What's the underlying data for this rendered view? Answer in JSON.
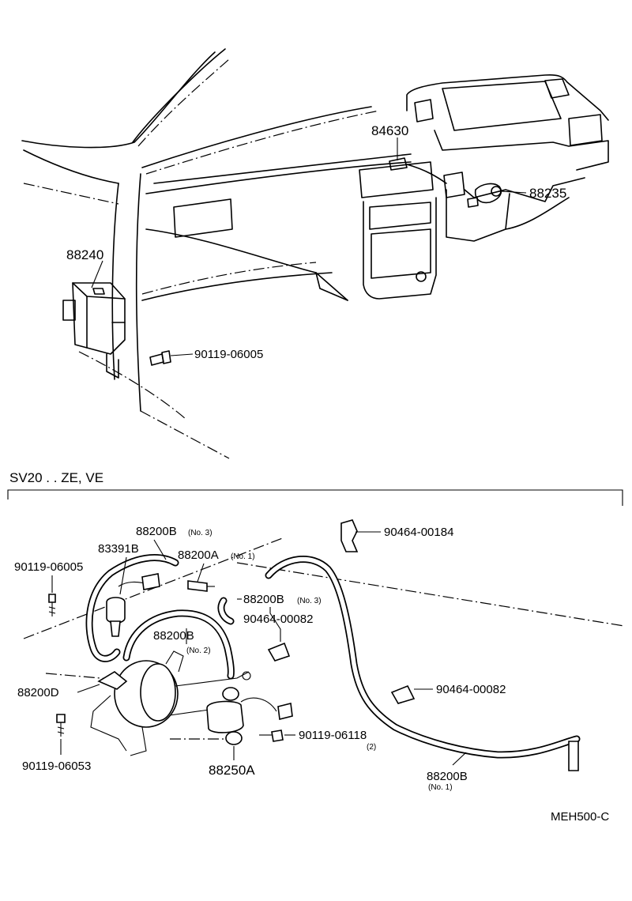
{
  "top_labels": {
    "p84630": "84630",
    "p88235": "88235",
    "p88240": "88240",
    "p90119_06005_top": "90119-06005"
  },
  "section": {
    "title": "SV20 . . ZE, VE"
  },
  "bottom_labels": {
    "p88200b_no3_a": "88200B",
    "p88200b_no3_a_sub": "(No. 3)",
    "p83391b": "83391B",
    "p88200a": "88200A",
    "p88200a_sub": "(No. 1)",
    "p90119_06005": "90119-06005",
    "p88200b_no3_b": "88200B",
    "p88200b_no3_b_sub": "(No. 3)",
    "p90464_00082_a": "90464-00082",
    "p88200b_no2": "88200B",
    "p88200b_no2_sub": "(No. 2)",
    "p88200d": "88200D",
    "p90464_00184": "90464-00184",
    "p90464_00082_b": "90464-00082",
    "p90119_06118": "90119-06118",
    "p90119_06118_qty": "(2)",
    "p90119_06053": "90119-06053",
    "p88250a": "88250A",
    "p88200b_no1": "88200B",
    "p88200b_no1_sub": "(No. 1)"
  },
  "figure_code": "MEH500-C"
}
